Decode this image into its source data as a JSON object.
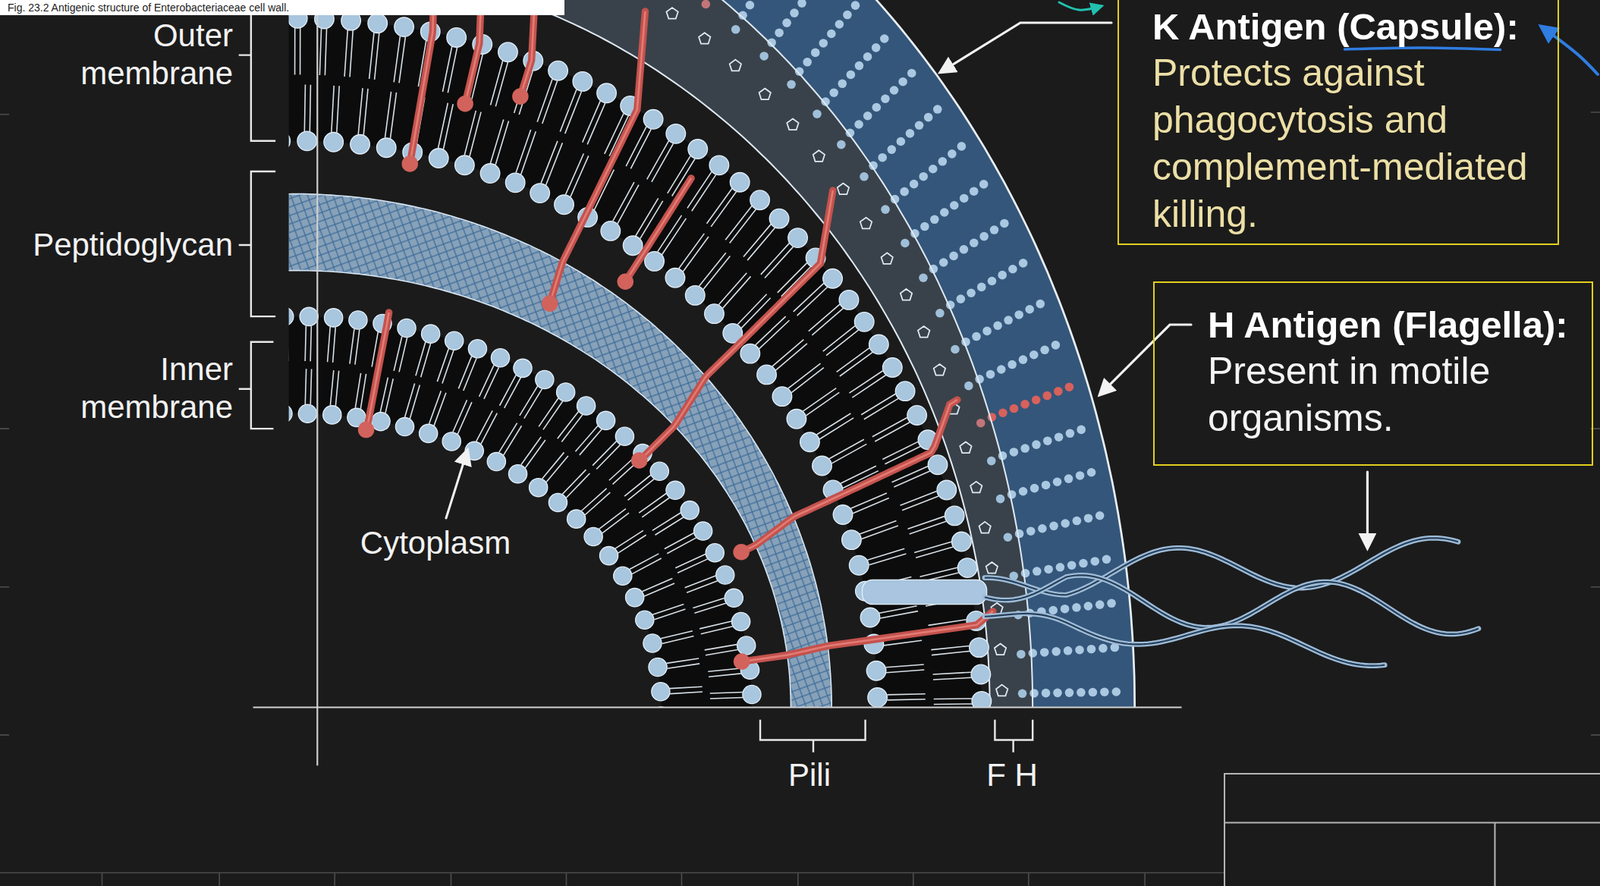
{
  "diagram": {
    "caption": "Fig. 23.2 Antigenic structure of Enterobacteriaceae cell wall.",
    "nodes": [
      {
        "text": [
          "K Antigen (Capsule):",
          "Protects against phagocytosis and complement-mediated killing."
        ]
      },
      {
        "text": [
          "H Antigen (Flagella):",
          "Present in motile organisms."
        ]
      }
    ],
    "labels": [
      "Outer membrane",
      "Peptidoglycan",
      "Inner membrane",
      "Cytoplasm",
      "Pili",
      "F H"
    ]
  }
}
